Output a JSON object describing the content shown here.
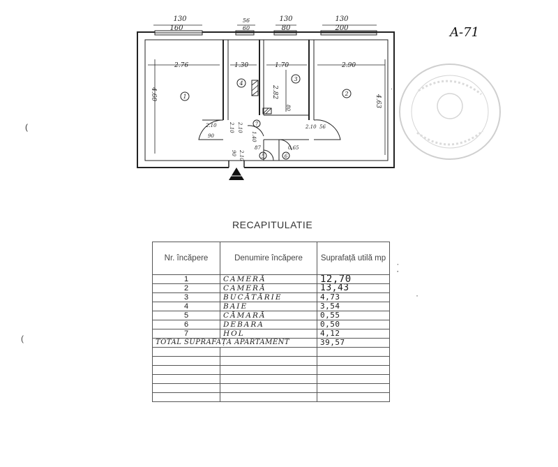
{
  "plan": {
    "top_dims": [
      {
        "top": "130",
        "bottom": "160"
      },
      {
        "top": "56",
        "bottom": "60"
      },
      {
        "top": "130",
        "bottom": "80"
      },
      {
        "top": "130",
        "bottom": "200"
      }
    ],
    "room_dims": [
      "2.76",
      "1.30",
      "1.70",
      "2.90",
      "4.60",
      "4.63",
      "2.82"
    ],
    "door_dims": [
      "2.10",
      "90",
      "2.10",
      "2.10",
      "56",
      "90",
      "2.10",
      "80",
      "2.10",
      "87",
      "0.65",
      "1.40"
    ],
    "room_numbers": [
      "1",
      "2",
      "3",
      "4",
      "5",
      "6",
      "7"
    ],
    "corner_mark": "A-71"
  },
  "recap": {
    "title": "RECAPITULATIE",
    "headers": {
      "nr": "Nr. încăpere",
      "name": "Denumire încăpere",
      "area": "Suprafață utilă mp"
    },
    "rows": [
      {
        "nr": "1",
        "name": "CAMERĂ",
        "area": "12,70"
      },
      {
        "nr": "2",
        "name": "CAMERĂ",
        "area": "13,43"
      },
      {
        "nr": "3",
        "name": "BUCĂTĂRIE",
        "area": "4,73"
      },
      {
        "nr": "4",
        "name": "BAIE",
        "area": "3,54"
      },
      {
        "nr": "5",
        "name": "CĂMARĂ",
        "area": "0,55"
      },
      {
        "nr": "6",
        "name": "DEBARA",
        "area": "0,50"
      },
      {
        "nr": "7",
        "name": "HOL",
        "area": "4,12"
      }
    ],
    "total": {
      "label": "TOTAL SUPRAFAȚĂ APARTAMENT",
      "area": "39,57"
    }
  }
}
